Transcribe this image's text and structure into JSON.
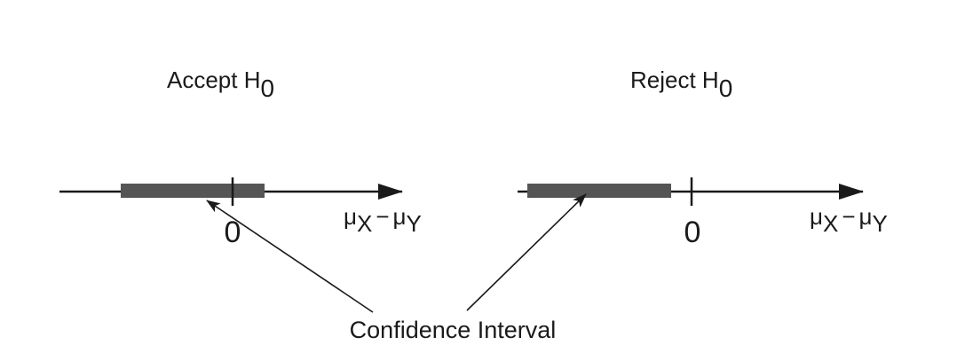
{
  "colors": {
    "ink": "#1a1a1a",
    "interval": "#555555",
    "background": "#ffffff"
  },
  "panels": [
    {
      "id": "accept",
      "heading": {
        "prefix": "Accept H",
        "subscript": "0"
      },
      "zero_label": "0",
      "axis_label": {
        "mu": "μ",
        "sub1": "X",
        "minus": "−",
        "mu2": "μ",
        "sub2": "Y"
      },
      "interval_contains_zero": true
    },
    {
      "id": "reject",
      "heading": {
        "prefix": "Reject H",
        "subscript": "0"
      },
      "zero_label": "0",
      "axis_label": {
        "mu": "μ",
        "sub1": "X",
        "minus": "−",
        "mu2": "μ",
        "sub2": "Y"
      },
      "interval_contains_zero": false
    }
  ],
  "callout": {
    "label": "Confidence Interval"
  },
  "icons": {
    "arrowhead": "arrowhead-icon"
  }
}
